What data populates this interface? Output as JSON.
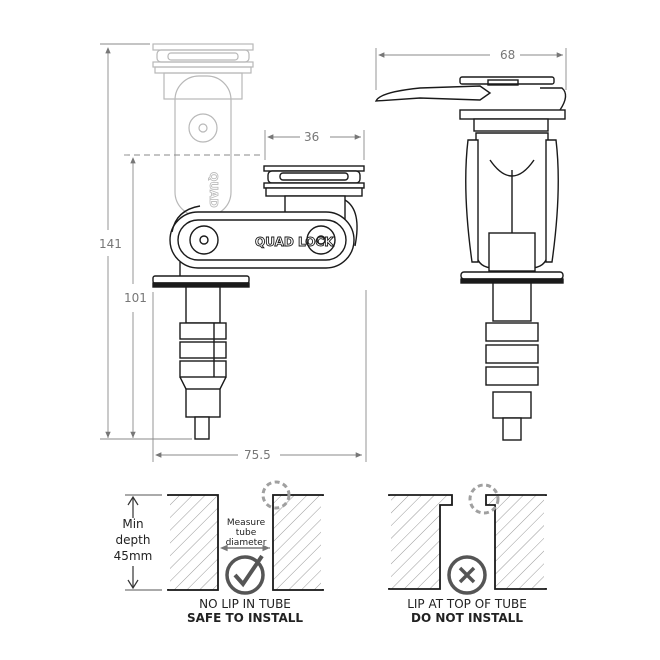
{
  "diagram": {
    "type": "technical-drawing",
    "subject": "Quad Lock handlebar/stem mount dimensions and installation guide",
    "colors": {
      "line": "#1a1a1a",
      "ghost": "#b8b8b8",
      "dim": "#8a8a8a",
      "hatch": "#9a9a9a",
      "dashed_circle": "#a0a0a0",
      "text": "#222222"
    },
    "side_view": {
      "brand_text": "QUAD LOCK",
      "dims": {
        "total_height": "141",
        "lowered_height": "101",
        "base_width": "75.5",
        "head_width": "36"
      }
    },
    "front_view": {
      "dims": {
        "lever_width": "68"
      }
    },
    "install_guide": {
      "safe": {
        "depth_label_1": "Min",
        "depth_label_2": "depth",
        "depth_label_3": "45mm",
        "measure_1": "Measure",
        "measure_2": "tube",
        "measure_3": "diameter",
        "line1": "NO LIP IN TUBE",
        "line2": "SAFE TO INSTALL",
        "icon": "check-circle-icon"
      },
      "unsafe": {
        "line1": "LIP AT TOP OF TUBE",
        "line2": "DO NOT INSTALL",
        "icon": "x-circle-icon"
      }
    }
  }
}
